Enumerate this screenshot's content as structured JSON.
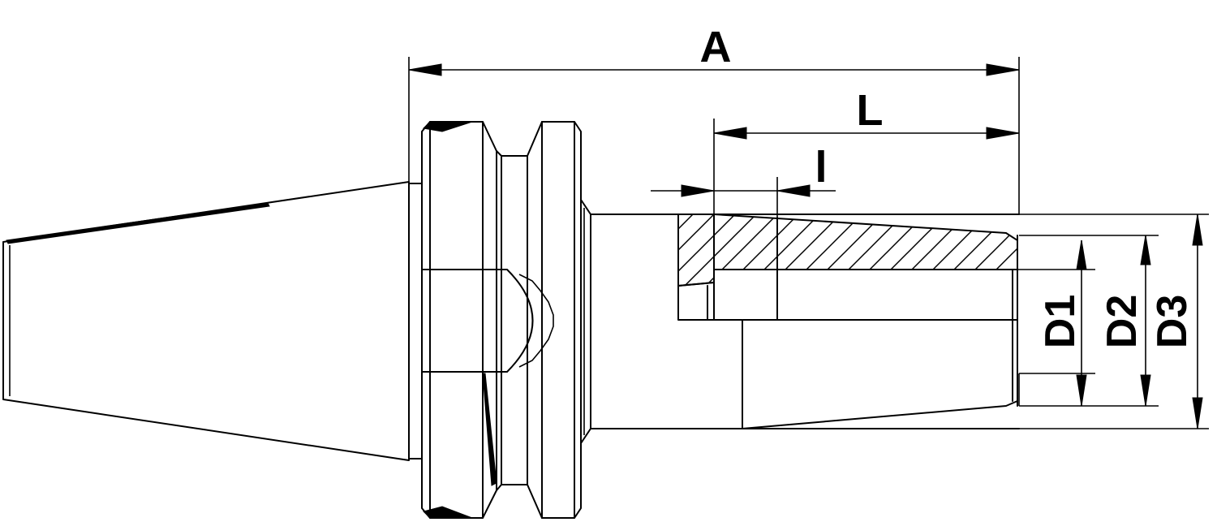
{
  "diagram": {
    "dimensions": {
      "overall_length": "A",
      "bore_depth": "L",
      "step_length": "l",
      "d1": "D1",
      "d2": "D2",
      "d3": "D3"
    },
    "colors": {
      "line": "#000000",
      "background": "#ffffff"
    }
  }
}
